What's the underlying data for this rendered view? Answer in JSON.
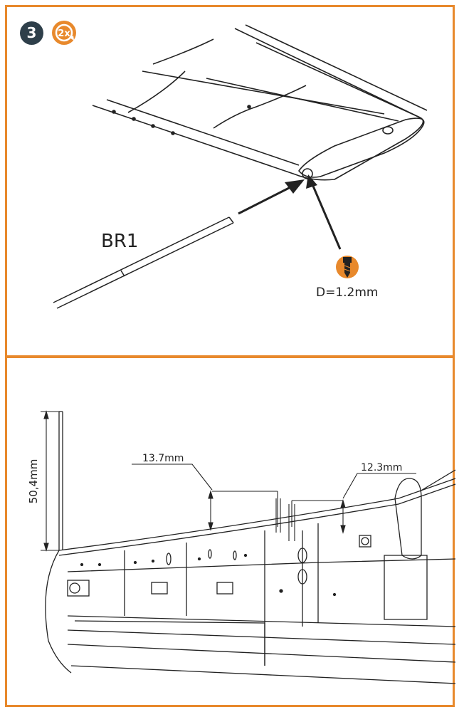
{
  "step": {
    "number": "3",
    "badge_color": "#2e3f4a",
    "repeat_icon": "repeat-x2-icon",
    "repeat_count": "2x"
  },
  "colors": {
    "accent": "#E8892C",
    "line": "#222222"
  },
  "top_panel": {
    "part_label": "BR1",
    "drill_icon": "drill-bit-icon",
    "drill_label": "D=1.2mm"
  },
  "bottom_panel": {
    "height_label": "50,4mm",
    "left_dim_label": "13.7mm",
    "right_dim_label": "12.3mm"
  }
}
